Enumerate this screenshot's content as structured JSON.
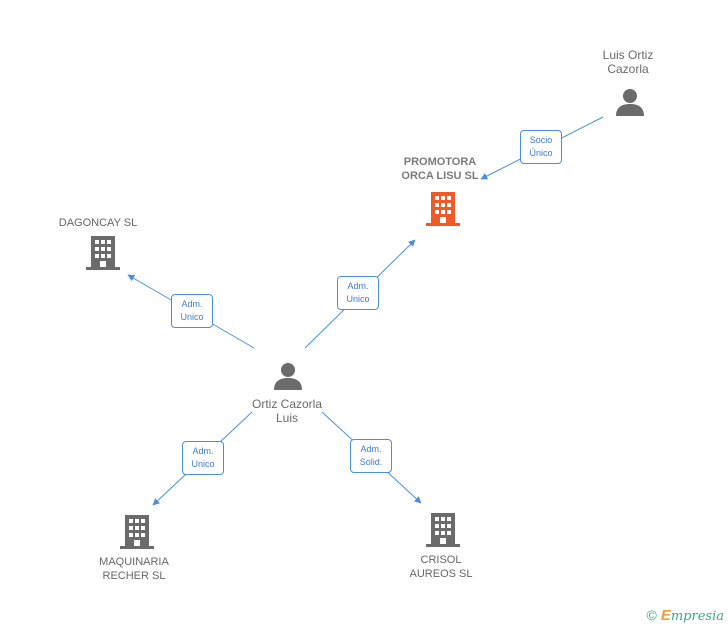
{
  "nodes": {
    "luis_ortiz_cazorla": {
      "line1": "Luis Ortiz",
      "line2": "Cazorla"
    },
    "promotora": {
      "line1": "PROMOTORA",
      "line2": "ORCA LISU SL"
    },
    "dagoncay": {
      "line1": "DAGONCAY SL"
    },
    "ortiz_cazorla_luis": {
      "line1": "Ortiz Cazorla",
      "line2": "Luis"
    },
    "maquinaria": {
      "line1": "MAQUINARIA",
      "line2": "RECHER SL"
    },
    "crisol": {
      "line1": "CRISOL",
      "line2": "AUREOS SL"
    }
  },
  "edges": {
    "socio_unico": {
      "line1": "Socio",
      "line2": "Único"
    },
    "adm_unico_promotora": {
      "line1": "Adm.",
      "line2": "Unico"
    },
    "adm_unico_dagoncay": {
      "line1": "Adm.",
      "line2": "Unico"
    },
    "adm_unico_maquinaria": {
      "line1": "Adm.",
      "line2": "Unico"
    },
    "adm_solid_crisol": {
      "line1": "Adm.",
      "line2": "Solid."
    }
  },
  "colors": {
    "edge": "#4a90d9",
    "company_icon": "#6b6b6b",
    "main_company_icon": "#f05a28",
    "person_icon": "#6b6b6b"
  },
  "brand": {
    "copyright": "©",
    "name_initial": "E",
    "name_rest": "mpresia"
  }
}
